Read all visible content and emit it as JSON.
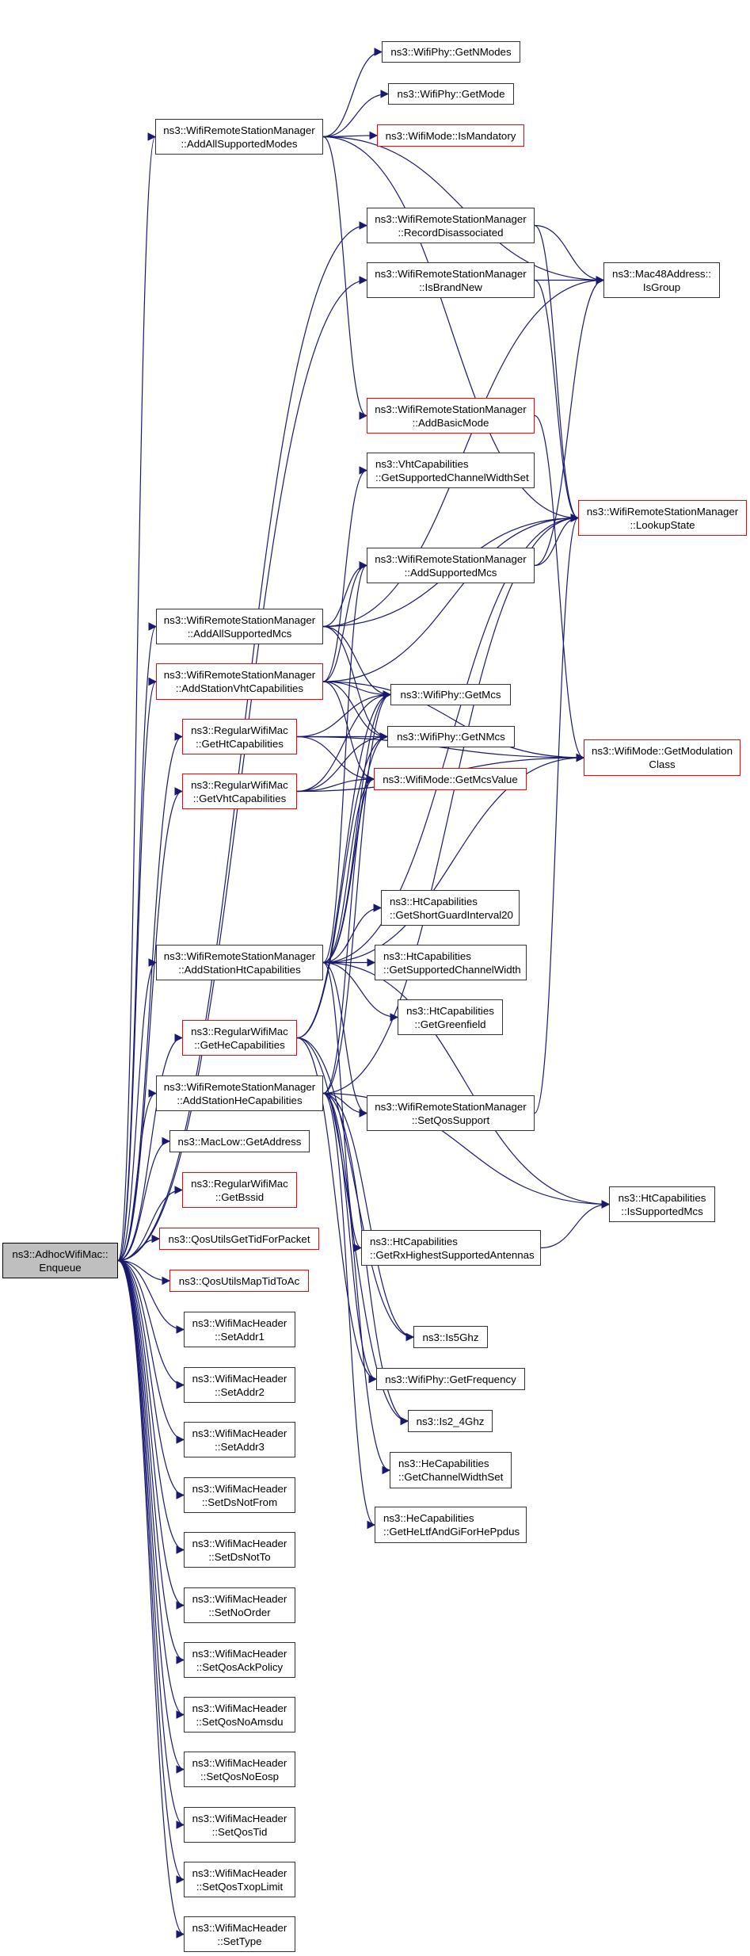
{
  "title": "ns3::AdhocWifiMac::Enqueue call graph",
  "colors": {
    "edge": "#191970",
    "border": "#333333",
    "external_border": "#ff0000",
    "root_fill": "#bfbfbf"
  },
  "nodes": [
    {
      "id": "root",
      "lines": [
        "ns3::AdhocWifiMac::",
        "Enqueue"
      ],
      "style": "root"
    },
    {
      "id": "addAllSupportedModes",
      "lines": [
        "ns3::WifiRemoteStationManager",
        "::AddAllSupportedModes"
      ],
      "style": "normal"
    },
    {
      "id": "getNModes",
      "lines": [
        "ns3::WifiPhy::GetNModes"
      ],
      "style": "normal"
    },
    {
      "id": "getMode",
      "lines": [
        "ns3::WifiPhy::GetMode"
      ],
      "style": "normal"
    },
    {
      "id": "isMandatory",
      "lines": [
        "ns3::WifiMode::IsMandatory"
      ],
      "style": "red"
    },
    {
      "id": "recordDisassociated",
      "lines": [
        "ns3::WifiRemoteStationManager",
        "::RecordDisassociated"
      ],
      "style": "normal"
    },
    {
      "id": "isBrandNew",
      "lines": [
        "ns3::WifiRemoteStationManager",
        "::IsBrandNew"
      ],
      "style": "normal"
    },
    {
      "id": "isGroup",
      "lines": [
        "ns3::Mac48Address::",
        "IsGroup"
      ],
      "style": "normal"
    },
    {
      "id": "addBasicMode",
      "lines": [
        "ns3::WifiRemoteStationManager",
        "::AddBasicMode"
      ],
      "style": "red"
    },
    {
      "id": "vhtGetSupportedChannelWidthSet",
      "lines": [
        "ns3::VhtCapabilities",
        "::GetSupportedChannelWidthSet"
      ],
      "style": "normal-left"
    },
    {
      "id": "lookupState",
      "lines": [
        "ns3::WifiRemoteStationManager",
        "::LookupState"
      ],
      "style": "red"
    },
    {
      "id": "addSupportedMcs",
      "lines": [
        "ns3::WifiRemoteStationManager",
        "::AddSupportedMcs"
      ],
      "style": "normal"
    },
    {
      "id": "addAllSupportedMcs",
      "lines": [
        "ns3::WifiRemoteStationManager",
        "::AddAllSupportedMcs"
      ],
      "style": "normal"
    },
    {
      "id": "addStationVhtCapabilities",
      "lines": [
        "ns3::WifiRemoteStationManager",
        "::AddStationVhtCapabilities"
      ],
      "style": "red"
    },
    {
      "id": "getMcs",
      "lines": [
        "ns3::WifiPhy::GetMcs"
      ],
      "style": "normal"
    },
    {
      "id": "getNMcs",
      "lines": [
        "ns3::WifiPhy::GetNMcs"
      ],
      "style": "normal"
    },
    {
      "id": "getModulationClass",
      "lines": [
        "ns3::WifiMode::GetModulation",
        "Class"
      ],
      "style": "red"
    },
    {
      "id": "getHtCapabilities",
      "lines": [
        "ns3::RegularWifiMac",
        "::GetHtCapabilities"
      ],
      "style": "red"
    },
    {
      "id": "getMcsValue",
      "lines": [
        "ns3::WifiMode::GetMcsValue"
      ],
      "style": "red"
    },
    {
      "id": "getVhtCapabilities",
      "lines": [
        "ns3::RegularWifiMac",
        "::GetVhtCapabilities"
      ],
      "style": "red"
    },
    {
      "id": "getShortGuardInterval20",
      "lines": [
        "ns3::HtCapabilities",
        "::GetShortGuardInterval20"
      ],
      "style": "normal-left"
    },
    {
      "id": "addStationHtCapabilities",
      "lines": [
        "ns3::WifiRemoteStationManager",
        "::AddStationHtCapabilities"
      ],
      "style": "normal"
    },
    {
      "id": "htGetSupportedChannelWidth",
      "lines": [
        "ns3::HtCapabilities",
        "::GetSupportedChannelWidth"
      ],
      "style": "normal-left"
    },
    {
      "id": "getGreenfield",
      "lines": [
        "ns3::HtCapabilities",
        "::GetGreenfield"
      ],
      "style": "normal"
    },
    {
      "id": "getHeCapabilities",
      "lines": [
        "ns3::RegularWifiMac",
        "::GetHeCapabilities"
      ],
      "style": "red"
    },
    {
      "id": "addStationHeCapabilities",
      "lines": [
        "ns3::WifiRemoteStationManager",
        "::AddStationHeCapabilities"
      ],
      "style": "normal"
    },
    {
      "id": "setQosSupport",
      "lines": [
        "ns3::WifiRemoteStationManager",
        "::SetQosSupport"
      ],
      "style": "normal"
    },
    {
      "id": "getAddress",
      "lines": [
        "ns3::MacLow::GetAddress"
      ],
      "style": "normal"
    },
    {
      "id": "getBssid",
      "lines": [
        "ns3::RegularWifiMac",
        "::GetBssid"
      ],
      "style": "red"
    },
    {
      "id": "isSupportedMcs",
      "lines": [
        "ns3::HtCapabilities",
        "::IsSupportedMcs"
      ],
      "style": "normal"
    },
    {
      "id": "qosUtilsGetTidForPacket",
      "lines": [
        "ns3::QosUtilsGetTidForPacket"
      ],
      "style": "red"
    },
    {
      "id": "getRxHighestSupportedAntennas",
      "lines": [
        "ns3::HtCapabilities",
        "::GetRxHighestSupportedAntennas"
      ],
      "style": "normal-left"
    },
    {
      "id": "qosUtilsMapTidToAc",
      "lines": [
        "ns3::QosUtilsMapTidToAc"
      ],
      "style": "red"
    },
    {
      "id": "is5Ghz",
      "lines": [
        "ns3::Is5Ghz"
      ],
      "style": "normal"
    },
    {
      "id": "setAddr1",
      "lines": [
        "ns3::WifiMacHeader",
        "::SetAddr1"
      ],
      "style": "normal"
    },
    {
      "id": "getFrequency",
      "lines": [
        "ns3::WifiPhy::GetFrequency"
      ],
      "style": "normal"
    },
    {
      "id": "setAddr2",
      "lines": [
        "ns3::WifiMacHeader",
        "::SetAddr2"
      ],
      "style": "normal"
    },
    {
      "id": "is2_4Ghz",
      "lines": [
        "ns3::Is2_4Ghz"
      ],
      "style": "normal"
    },
    {
      "id": "setAddr3",
      "lines": [
        "ns3::WifiMacHeader",
        "::SetAddr3"
      ],
      "style": "normal"
    },
    {
      "id": "heGetChannelWidthSet",
      "lines": [
        "ns3::HeCapabilities",
        "::GetChannelWidthSet"
      ],
      "style": "normal-left"
    },
    {
      "id": "setDsNotFrom",
      "lines": [
        "ns3::WifiMacHeader",
        "::SetDsNotFrom"
      ],
      "style": "normal"
    },
    {
      "id": "getHeLtfAndGiForHePpdus",
      "lines": [
        "ns3::HeCapabilities",
        "::GetHeLtfAndGiForHePpdus"
      ],
      "style": "normal-left"
    },
    {
      "id": "setDsNotTo",
      "lines": [
        "ns3::WifiMacHeader",
        "::SetDsNotTo"
      ],
      "style": "normal"
    },
    {
      "id": "setNoOrder",
      "lines": [
        "ns3::WifiMacHeader",
        "::SetNoOrder"
      ],
      "style": "normal"
    },
    {
      "id": "setQosAckPolicy",
      "lines": [
        "ns3::WifiMacHeader",
        "::SetQosAckPolicy"
      ],
      "style": "normal"
    },
    {
      "id": "setQosNoAmsdu",
      "lines": [
        "ns3::WifiMacHeader",
        "::SetQosNoAmsdu"
      ],
      "style": "normal"
    },
    {
      "id": "setQosNoEosp",
      "lines": [
        "ns3::WifiMacHeader",
        "::SetQosNoEosp"
      ],
      "style": "normal"
    },
    {
      "id": "setQosTid",
      "lines": [
        "ns3::WifiMacHeader",
        "::SetQosTid"
      ],
      "style": "normal"
    },
    {
      "id": "setQosTxopLimit",
      "lines": [
        "ns3::WifiMacHeader",
        "::SetQosTxopLimit"
      ],
      "style": "normal"
    },
    {
      "id": "setType",
      "lines": [
        "ns3::WifiMacHeader",
        "::SetType"
      ],
      "style": "normal"
    }
  ],
  "edges": [
    [
      "root",
      "addAllSupportedModes"
    ],
    [
      "root",
      "recordDisassociated"
    ],
    [
      "root",
      "isBrandNew"
    ],
    [
      "root",
      "addAllSupportedMcs"
    ],
    [
      "root",
      "addStationVhtCapabilities"
    ],
    [
      "root",
      "getHtCapabilities"
    ],
    [
      "root",
      "getVhtCapabilities"
    ],
    [
      "root",
      "addStationHtCapabilities"
    ],
    [
      "root",
      "getHeCapabilities"
    ],
    [
      "root",
      "addStationHeCapabilities"
    ],
    [
      "root",
      "getAddress"
    ],
    [
      "root",
      "getBssid"
    ],
    [
      "root",
      "qosUtilsGetTidForPacket"
    ],
    [
      "root",
      "qosUtilsMapTidToAc"
    ],
    [
      "root",
      "setAddr1"
    ],
    [
      "root",
      "setAddr2"
    ],
    [
      "root",
      "setAddr3"
    ],
    [
      "root",
      "setDsNotFrom"
    ],
    [
      "root",
      "setDsNotTo"
    ],
    [
      "root",
      "setNoOrder"
    ],
    [
      "root",
      "setQosAckPolicy"
    ],
    [
      "root",
      "setQosNoAmsdu"
    ],
    [
      "root",
      "setQosNoEosp"
    ],
    [
      "root",
      "setQosTid"
    ],
    [
      "root",
      "setQosTxopLimit"
    ],
    [
      "root",
      "setType"
    ],
    [
      "addAllSupportedModes",
      "getNModes"
    ],
    [
      "addAllSupportedModes",
      "getMode"
    ],
    [
      "addAllSupportedModes",
      "isMandatory"
    ],
    [
      "addAllSupportedModes",
      "isGroup"
    ],
    [
      "addAllSupportedModes",
      "addBasicMode"
    ],
    [
      "addAllSupportedModes",
      "lookupState"
    ],
    [
      "recordDisassociated",
      "isGroup"
    ],
    [
      "recordDisassociated",
      "lookupState"
    ],
    [
      "isBrandNew",
      "isGroup"
    ],
    [
      "isBrandNew",
      "lookupState"
    ],
    [
      "addBasicMode",
      "getModulationClass"
    ],
    [
      "addSupportedMcs",
      "isGroup"
    ],
    [
      "addSupportedMcs",
      "lookupState"
    ],
    [
      "addAllSupportedMcs",
      "getMcs"
    ],
    [
      "addAllSupportedMcs",
      "getNMcs"
    ],
    [
      "addAllSupportedMcs",
      "addSupportedMcs"
    ],
    [
      "addAllSupportedMcs",
      "isGroup"
    ],
    [
      "addAllSupportedMcs",
      "lookupState"
    ],
    [
      "addStationVhtCapabilities",
      "vhtGetSupportedChannelWidthSet"
    ],
    [
      "addStationVhtCapabilities",
      "addSupportedMcs"
    ],
    [
      "addStationVhtCapabilities",
      "getMcs"
    ],
    [
      "addStationVhtCapabilities",
      "getNMcs"
    ],
    [
      "addStationVhtCapabilities",
      "getMcsValue"
    ],
    [
      "addStationVhtCapabilities",
      "lookupState"
    ],
    [
      "addStationVhtCapabilities",
      "getModulationClass"
    ],
    [
      "getHtCapabilities",
      "getMcs"
    ],
    [
      "getHtCapabilities",
      "getNMcs"
    ],
    [
      "getHtCapabilities",
      "getMcsValue"
    ],
    [
      "getHtCapabilities",
      "getModulationClass"
    ],
    [
      "getVhtCapabilities",
      "getMcs"
    ],
    [
      "getVhtCapabilities",
      "getNMcs"
    ],
    [
      "getVhtCapabilities",
      "getMcsValue"
    ],
    [
      "getVhtCapabilities",
      "getModulationClass"
    ],
    [
      "addStationHtCapabilities",
      "getShortGuardInterval20"
    ],
    [
      "addStationHtCapabilities",
      "htGetSupportedChannelWidth"
    ],
    [
      "addStationHtCapabilities",
      "getGreenfield"
    ],
    [
      "addStationHtCapabilities",
      "getRxHighestSupportedAntennas"
    ],
    [
      "addStationHtCapabilities",
      "isSupportedMcs"
    ],
    [
      "addStationHtCapabilities",
      "getMcs"
    ],
    [
      "addStationHtCapabilities",
      "getNMcs"
    ],
    [
      "addStationHtCapabilities",
      "getMcsValue"
    ],
    [
      "addStationHtCapabilities",
      "addSupportedMcs"
    ],
    [
      "addStationHtCapabilities",
      "lookupState"
    ],
    [
      "addStationHtCapabilities",
      "getModulationClass"
    ],
    [
      "addStationHtCapabilities",
      "setQosSupport"
    ],
    [
      "getHeCapabilities",
      "getMcs"
    ],
    [
      "getHeCapabilities",
      "getNMcs"
    ],
    [
      "getHeCapabilities",
      "is5Ghz"
    ],
    [
      "getHeCapabilities",
      "getFrequency"
    ],
    [
      "getHeCapabilities",
      "is2_4Ghz"
    ],
    [
      "addStationHeCapabilities",
      "setQosSupport"
    ],
    [
      "addStationHeCapabilities",
      "heGetChannelWidthSet"
    ],
    [
      "addStationHeCapabilities",
      "getHeLtfAndGiForHePpdus"
    ],
    [
      "addStationHeCapabilities",
      "getMcs"
    ],
    [
      "addStationHeCapabilities",
      "getMcsValue"
    ],
    [
      "addStationHeCapabilities",
      "lookupState"
    ],
    [
      "addStationHeCapabilities",
      "isSupportedMcs"
    ],
    [
      "addStationHeCapabilities",
      "is5Ghz"
    ],
    [
      "addStationHeCapabilities",
      "getFrequency"
    ],
    [
      "addStationHeCapabilities",
      "is2_4Ghz"
    ],
    [
      "setQosSupport",
      "lookupState"
    ],
    [
      "getRxHighestSupportedAntennas",
      "isSupportedMcs"
    ]
  ]
}
